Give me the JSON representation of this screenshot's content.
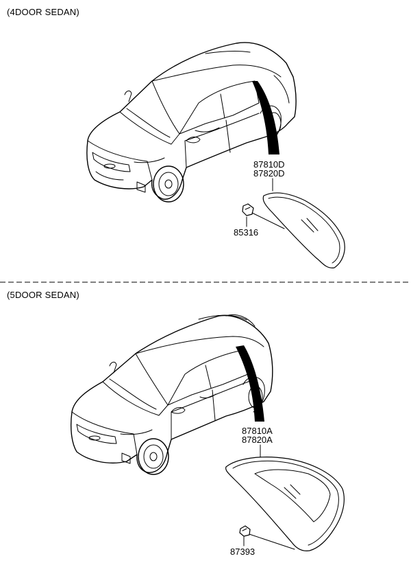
{
  "sections": {
    "top": {
      "title": "(4DOOR SEDAN)"
    },
    "bottom": {
      "title": "(5DOOR SEDAN)"
    }
  },
  "parts": {
    "p87810D": "87810D",
    "p87820D": "87820D",
    "p85316": "85316",
    "p87810A": "87810A",
    "p87820A": "87820A",
    "p87393": "87393"
  },
  "icons": [
    "sedan-car-icon",
    "hatchback-car-icon",
    "quarter-glass-icon",
    "clip-icon"
  ]
}
